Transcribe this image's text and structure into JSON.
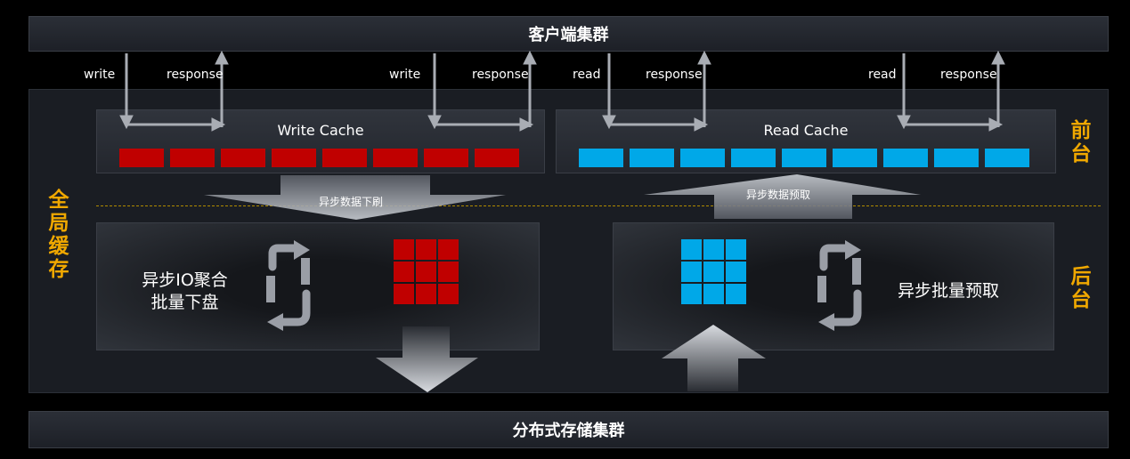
{
  "client_cluster": "客户端集群",
  "storage_cluster": "分布式存储集群",
  "global_cache": "全局缓存",
  "frontend": "前台",
  "backend": "后台",
  "write_cache": {
    "title": "Write Cache",
    "color": "#c00000",
    "arrows": [
      {
        "in": "write",
        "out": "response"
      },
      {
        "in": "write",
        "out": "response"
      }
    ]
  },
  "read_cache": {
    "title": "Read Cache",
    "color": "#00a8e8",
    "arrows": [
      {
        "in": "read",
        "out": "response"
      },
      {
        "in": "read",
        "out": "response"
      }
    ]
  },
  "async_flush": "异步数据下刷",
  "async_prefetch": "异步数据预取",
  "back_left": {
    "line1": "异步IO聚合",
    "line2": "批量下盘"
  },
  "back_right": "异步批量预取",
  "accent_color": "#f0a800"
}
